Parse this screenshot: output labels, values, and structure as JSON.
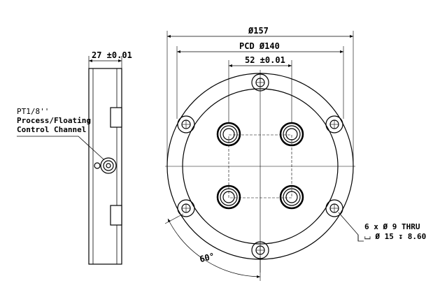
{
  "drawing": {
    "side_view": {
      "width_dim": "27 ±0.01",
      "port_thread": "PT1/8''",
      "port_label_line1": "Process/Floating",
      "port_label_line2": "Control Channel"
    },
    "front_view": {
      "outer_dia": "Ø157",
      "pcd": "PCD Ø140",
      "spacing": "52 ±0.01",
      "angle": "60°",
      "hole_note_line1": "6 x Ø 9 THRU",
      "hole_note_line2": "⌴ Ø 15 ↧ 8.60"
    }
  }
}
